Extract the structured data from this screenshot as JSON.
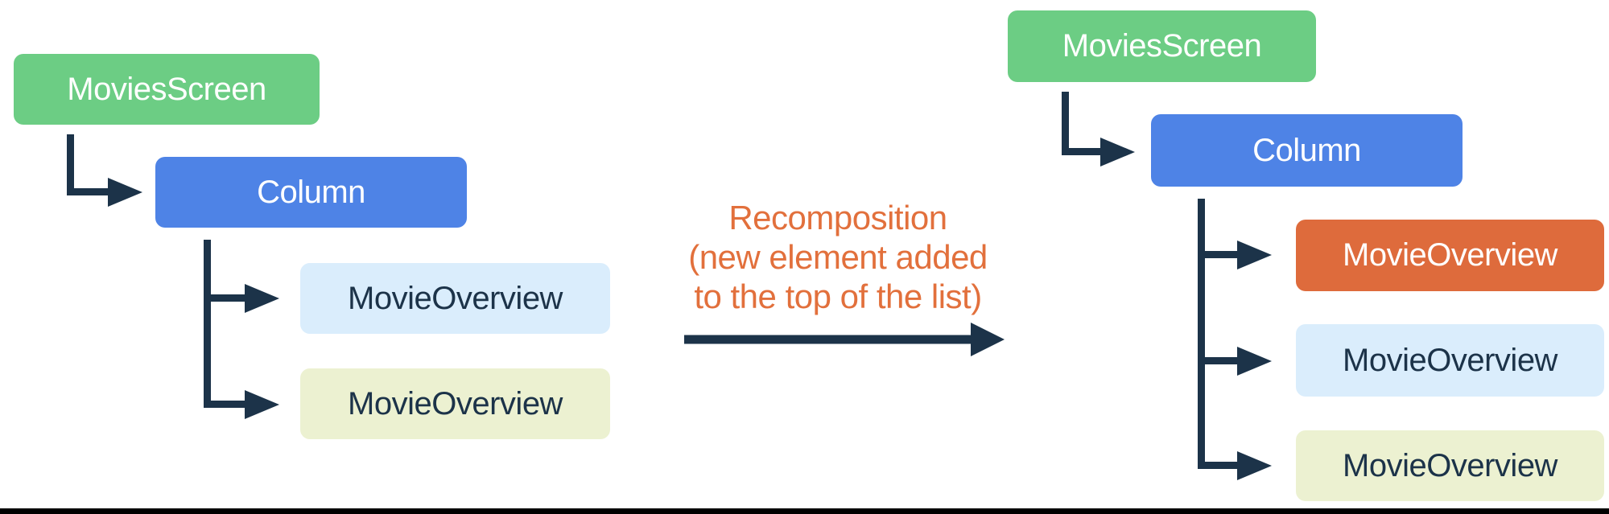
{
  "palette": {
    "green": "#6CCD84",
    "blue": "#4E83E6",
    "orange": "#DE6B3C",
    "light_blue": "#DAEDFC",
    "light_yellow": "#ECF1D1",
    "connector": "#1C3349",
    "caption_orange": "#E2703C",
    "footer_bar": "#000000"
  },
  "left_tree": {
    "nodes": [
      {
        "label": "MoviesScreen",
        "color": "green"
      },
      {
        "label": "Column",
        "color": "blue"
      },
      {
        "label": "MovieOverview",
        "color": "light_blue"
      },
      {
        "label": "MovieOverview",
        "color": "light_yellow"
      }
    ]
  },
  "right_tree": {
    "nodes": [
      {
        "label": "MoviesScreen",
        "color": "green"
      },
      {
        "label": "Column",
        "color": "blue"
      },
      {
        "label": "MovieOverview",
        "color": "orange"
      },
      {
        "label": "MovieOverview",
        "color": "light_blue"
      },
      {
        "label": "MovieOverview",
        "color": "light_yellow"
      }
    ]
  },
  "caption": {
    "line1": "Recomposition",
    "line2": "(new element added",
    "line3": "to the top of the list)"
  }
}
